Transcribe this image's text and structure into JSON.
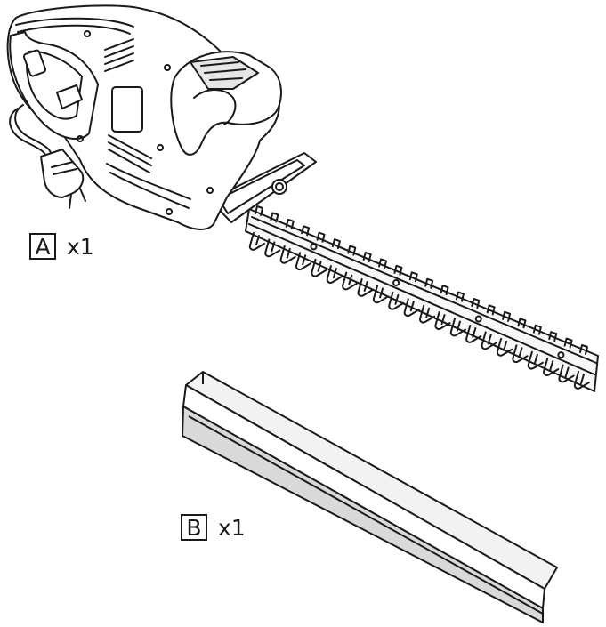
{
  "parts": [
    {
      "letter": "A",
      "quantity": "x1",
      "icon": "hedge-trimmer-icon"
    },
    {
      "letter": "B",
      "quantity": "x1",
      "icon": "blade-cover-icon"
    }
  ],
  "colors": {
    "line": "#1a1a1a",
    "background": "#ffffff",
    "fill_light": "#f2f2f2",
    "fill_mid": "#d9d9d9"
  }
}
